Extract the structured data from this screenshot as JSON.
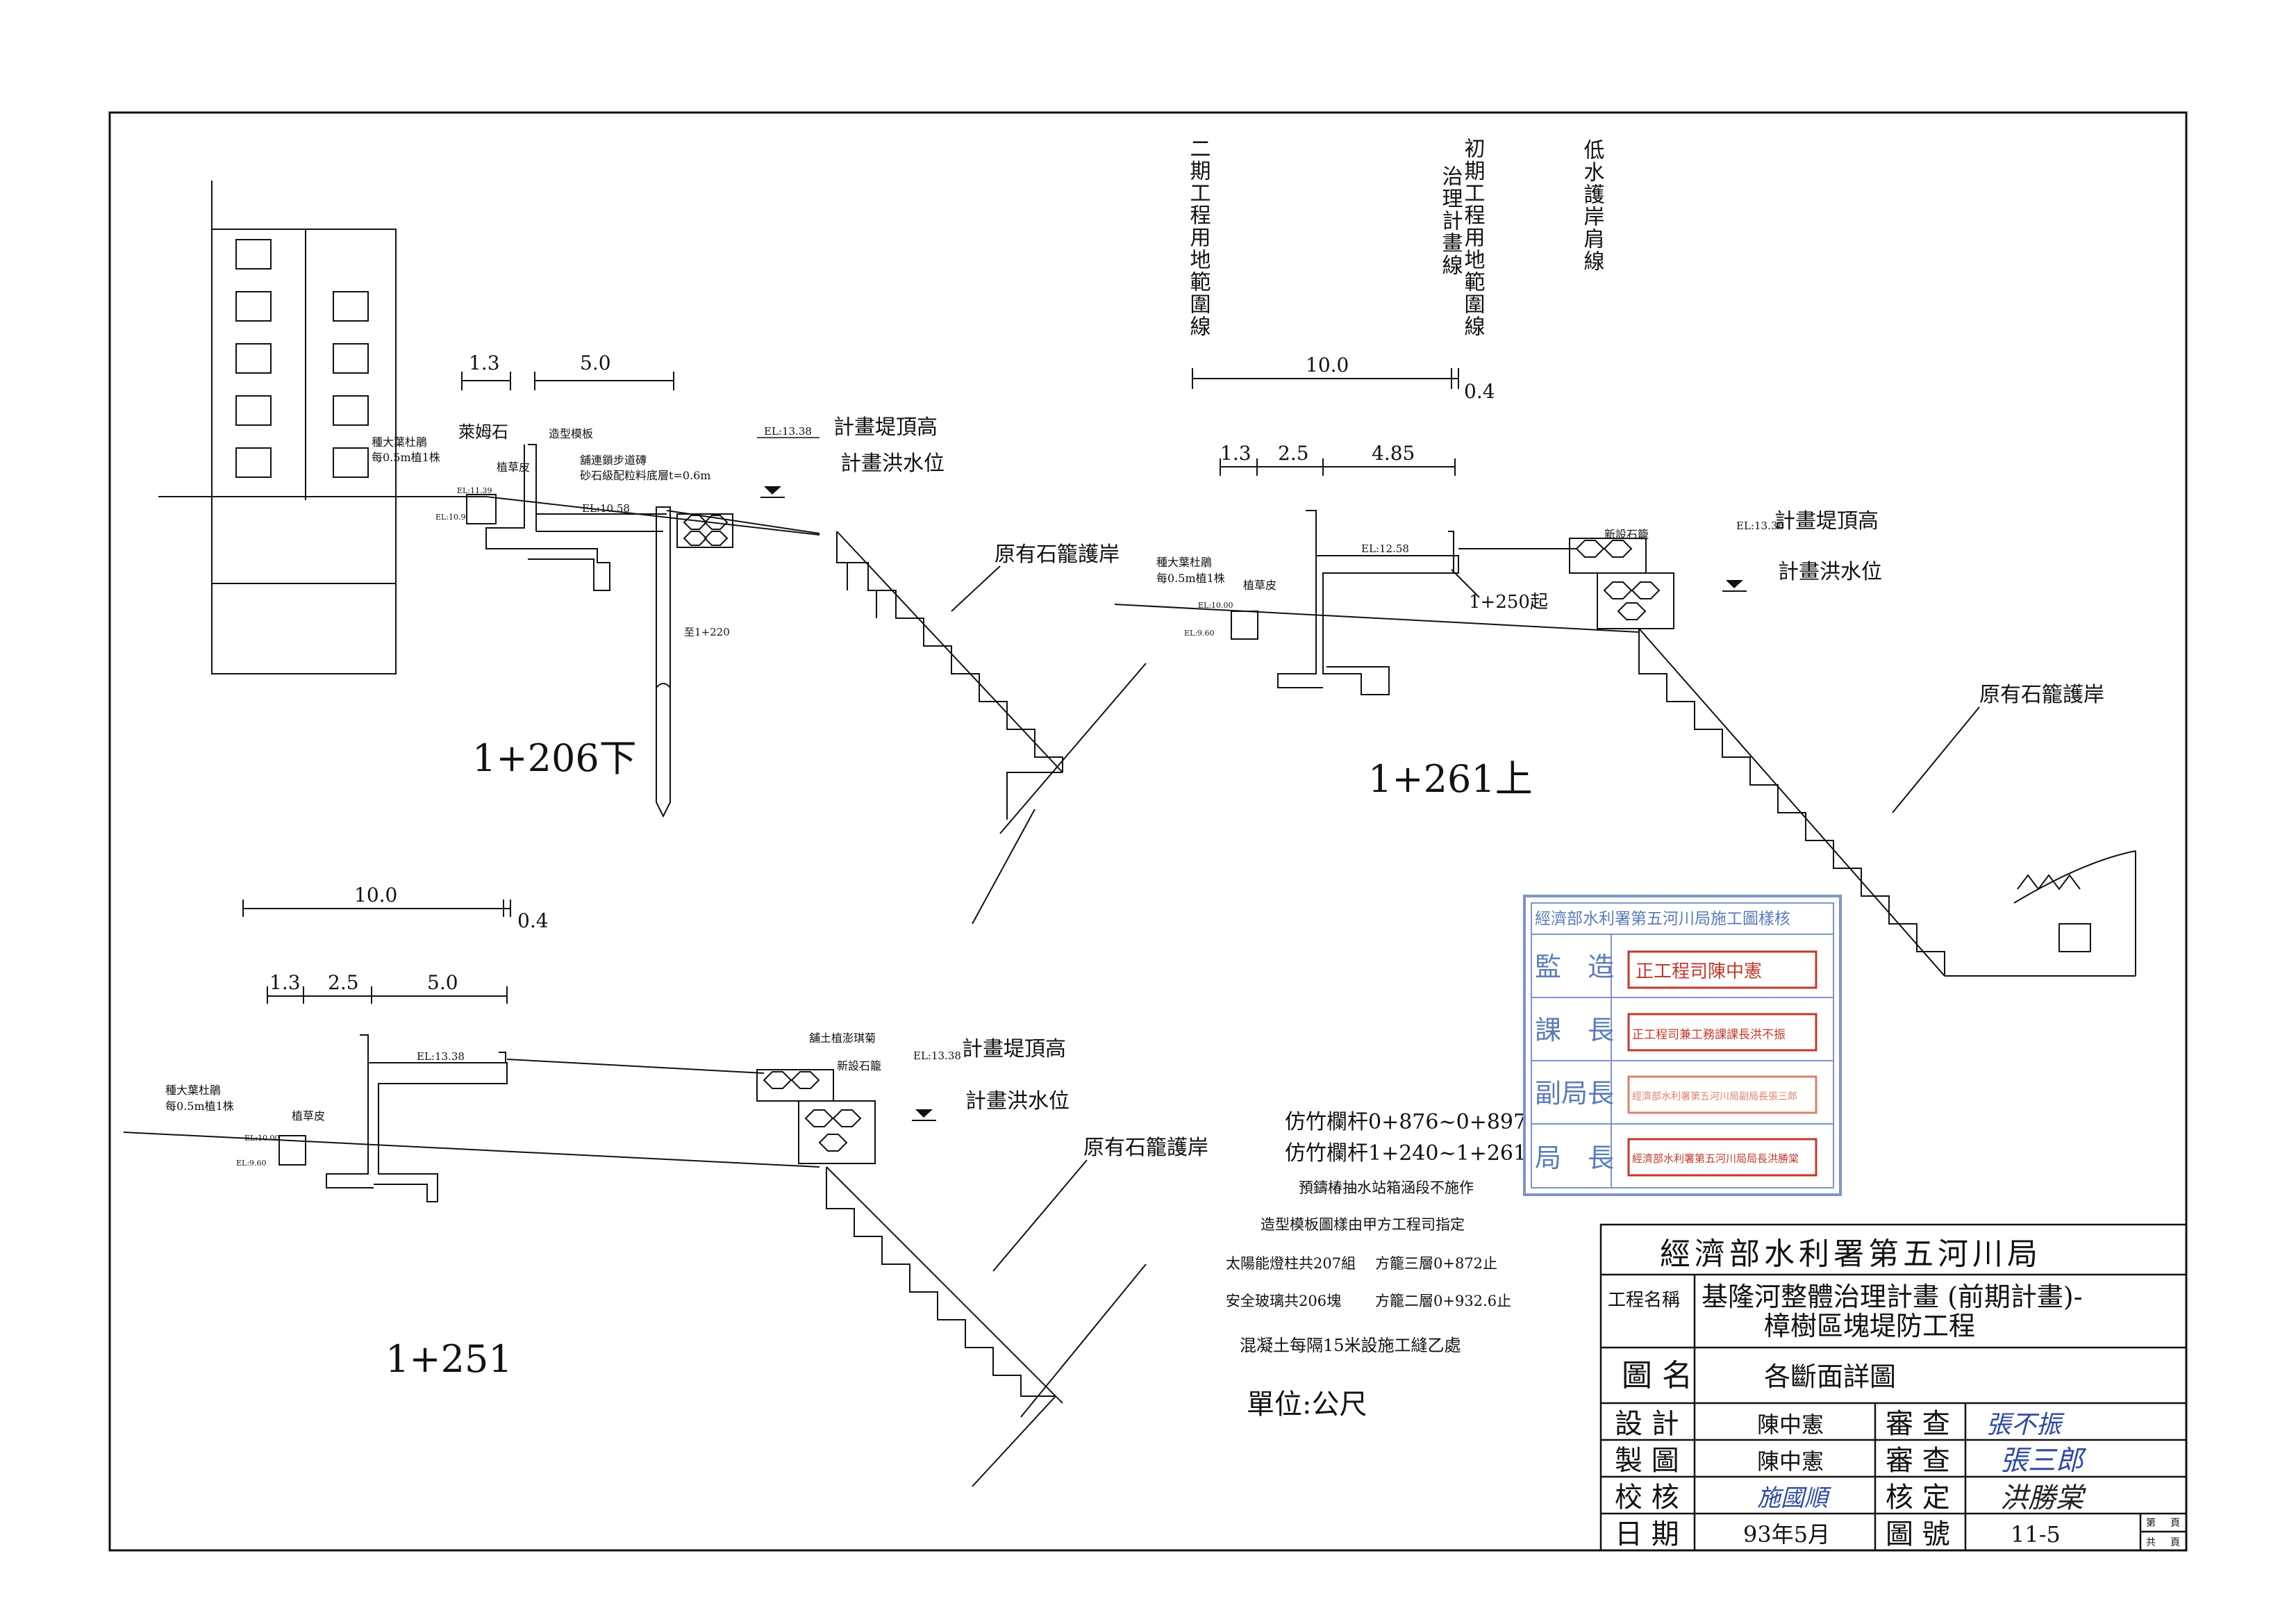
{
  "vertical_labels": {
    "phase2": "二期工程用地範圍線",
    "initial_a": "初期工程用地範圍線",
    "initial_b": "治理計畫線",
    "low_water": "低水護岸肩線"
  },
  "section_1206": {
    "title": "1+206下",
    "dims": [
      "1.3",
      "5.0"
    ],
    "tree": "種大葉杜鵑",
    "tree_spacing": "每0.5m植1株",
    "stone": "萊姆石",
    "formwork": "造型模板",
    "grass": "植草皮",
    "walkway_1": "舖連鎖步道磚",
    "walkway_2": "砂石級配粒料底層t=0.6m",
    "el_1": "EL:11.39",
    "el_2": "EL:10.58",
    "el_3": "EL:10.9",
    "el_top": "EL:13.38",
    "plan_top": "計畫堤頂高",
    "flood": "計畫洪水位",
    "existing": "原有石籠護岸",
    "pile": "至1+220"
  },
  "section_1261": {
    "title": "1+261上",
    "dims_top": [
      "10.0",
      "0.4"
    ],
    "dims": [
      "1.3",
      "2.5",
      "4.85"
    ],
    "tree": "種大葉杜鵑",
    "tree_spacing": "每0.5m植1株",
    "grass": "植草皮",
    "el_1": "EL:12.58",
    "el_2": "EL:10.00",
    "el_3": "EL:9.60",
    "el_top": "EL:13.38",
    "new_gabion": "新設石籠",
    "start": "1+250起",
    "plan_top": "計畫堤頂高",
    "flood": "計畫洪水位",
    "existing": "原有石籠護岸"
  },
  "section_1251": {
    "title": "1+251",
    "dims_top": [
      "10.0",
      "0.4"
    ],
    "dims": [
      "1.3",
      "2.5",
      "5.0"
    ],
    "tree": "種大葉杜鵑",
    "tree_spacing": "每0.5m植1株",
    "grass": "植草皮",
    "el_1": "EL:13.38",
    "el_2": "EL:10.00",
    "el_3": "EL:9.60",
    "el_top": "EL:13.38",
    "fill": "舖土植澎琪菊",
    "new_gabion": "新設石籠",
    "plan_top": "計畫堤頂高",
    "flood": "計畫洪水位",
    "existing": "原有石籠護岸"
  },
  "notes": {
    "n1": "仿竹欄杆0+876~0+897",
    "n2": "仿竹欄杆1+240~1+261",
    "n3": "預鑄椿抽水站箱涵段不施作",
    "n4": "造型模板圖樣由甲方工程司指定",
    "n5a": "太陽能燈柱共207組",
    "n5b": "方籠三層0+872止",
    "n6a": "安全玻璃共206塊",
    "n6b": "方籠二層0+932.6止",
    "n7": "混凝土每隔15米設施工縫乙處",
    "unit": "單位:公尺"
  },
  "stamp": {
    "header": "經濟部水利署第五河川局施工圖樣核",
    "rows": [
      {
        "role": "監　造",
        "seal": "正工程司陳中憲"
      },
      {
        "role": "課　長",
        "seal": "正工程司兼工務課課長洪不振"
      },
      {
        "role": "副局長",
        "seal": "經濟部水利署第五河川局副局長張三郎"
      },
      {
        "role": "局　長",
        "seal": "經濟部水利署第五河川局局長洪勝棠"
      }
    ]
  },
  "title_block": {
    "agency": "經濟部水利署第五河川局",
    "project_label": "工程名稱",
    "project_1": "基隆河整體治理計畫 (前期計畫)-",
    "project_2": "樟樹區塊堤防工程",
    "drawing_label": "圖 名",
    "drawing_name": "各斷面詳圖",
    "design_label": "設 計",
    "designer": "陳中憲",
    "check_label_1": "審 查",
    "checker_1": "張不振",
    "draw_label": "製 圖",
    "drafter": "陳中憲",
    "check_label_2": "審 查",
    "checker_2": "張三郎",
    "verify_label": "校 核",
    "verifier": "施國順",
    "approve_label": "核 定",
    "approver": "洪勝棠",
    "date_label": "日 期",
    "date": "93年5月",
    "drawing_no_label": "圖 號",
    "drawing_no": "11-5",
    "sheet_label": "第",
    "total_label": "共",
    "page_unit": "頁"
  }
}
